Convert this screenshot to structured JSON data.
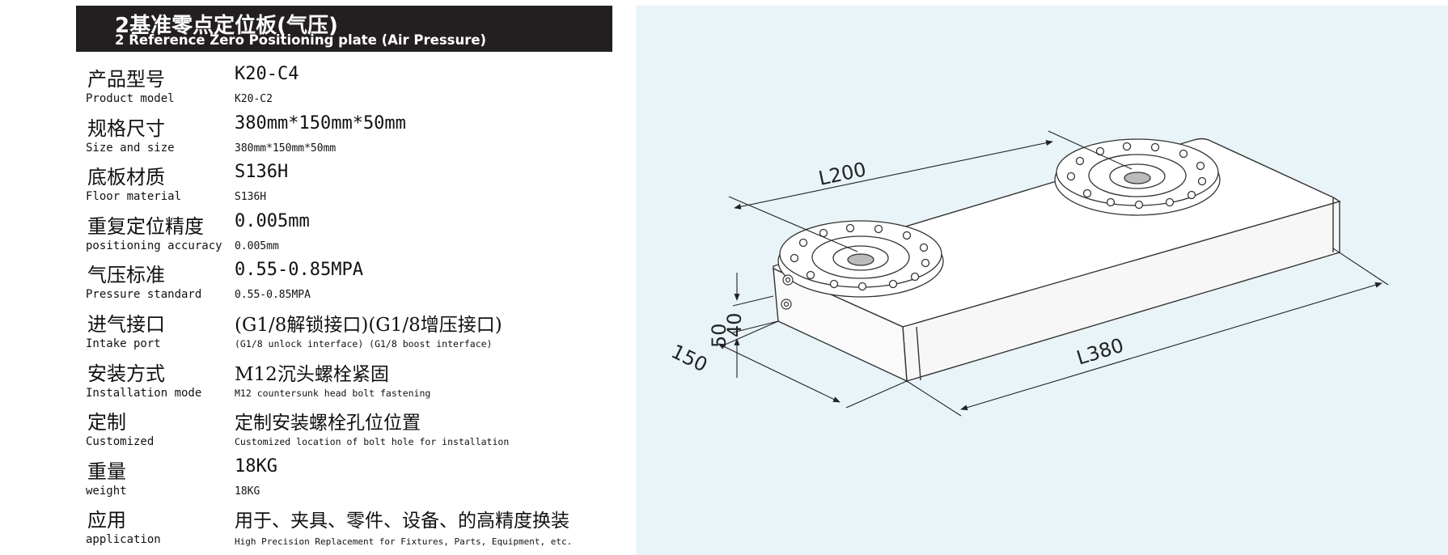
{
  "header": {
    "title_cn": "2基准零点定位板(气压)",
    "title_en": "2 Reference Zero Positioning plate (Air Pressure)"
  },
  "specs": [
    {
      "label_cn": "产品型号",
      "label_en": "Product model",
      "value": "K20-C4",
      "value_sub": "K20-C2"
    },
    {
      "label_cn": "规格尺寸",
      "label_en": "Size and size",
      "value": "380mm*150mm*50mm",
      "value_sub": "380mm*150mm*50mm"
    },
    {
      "label_cn": "底板材质",
      "label_en": "Floor material",
      "value": "S136H",
      "value_sub": "S136H"
    },
    {
      "label_cn": "重复定位精度",
      "label_en": "positioning accuracy",
      "value": "0.005mm",
      "value_sub": "0.005mm"
    },
    {
      "label_cn": "气压标准",
      "label_en": "Pressure standard",
      "value": "0.55-0.85MPA",
      "value_sub": "0.55-0.85MPA"
    },
    {
      "label_cn": "进气接口",
      "label_en": "Intake port",
      "value": "(G1/8解锁接口)(G1/8增压接口)",
      "value_sub": "(G1/8 unlock interface) (G1/8 boost interface)"
    },
    {
      "label_cn": "安装方式",
      "label_en": "Installation mode",
      "value": "M12沉头螺栓紧固",
      "value_sub": "M12 countersunk head bolt fastening"
    },
    {
      "label_cn": "定制",
      "label_en": "Customized",
      "value": "定制安装螺栓孔位位置",
      "value_sub": "Customized location of bolt hole for installation"
    },
    {
      "label_cn": "重量",
      "label_en": "weight",
      "value": "18KG",
      "value_sub": "18KG"
    },
    {
      "label_cn": "应用",
      "label_en": "application",
      "value": "用于、夹具、零件、设备、的高精度换装",
      "value_sub": "High Precision Replacement for Fixtures, Parts, Equipment, etc."
    }
  ],
  "drawing": {
    "dim_length": "L380",
    "dim_center": "L200",
    "dim_width": "150",
    "dim_height": "50",
    "dim_height2": "40"
  }
}
